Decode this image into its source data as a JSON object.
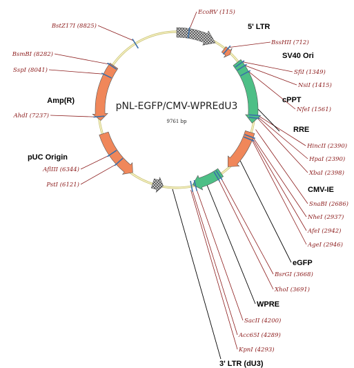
{
  "plasmid": {
    "name": "pNL-EGFP/CMV-WPREdU3",
    "size": "9761 bp"
  },
  "colors": {
    "backbone": "#f2eeb0",
    "backbone_edge": "#c9c27a",
    "site_text": "#8b1a1a",
    "site_tick": "#3a6fa8",
    "leader_line": "#8b1a1a",
    "green_feature": "#4dbf86",
    "orange_feature": "#f0875a",
    "ltr_fill": "#bfbfbf"
  },
  "sites": [
    {
      "enzyme": "EcoRV",
      "position": "115",
      "label": "EcoRV (115)"
    },
    {
      "enzyme": "BssHII",
      "position": "712",
      "label": "BssHII (712)"
    },
    {
      "enzyme": "SfiI",
      "position": "1349",
      "label": "SfiI (1349)"
    },
    {
      "enzyme": "NsiI",
      "position": "1415",
      "label": "NsiI (1415)"
    },
    {
      "enzyme": "NfeI",
      "position": "1561",
      "label": "NfeI (1561)"
    },
    {
      "enzyme": "HincII",
      "position": "2390",
      "label": "HincII (2390)"
    },
    {
      "enzyme": "HpaI",
      "position": "2390",
      "label": "HpaI (2390)"
    },
    {
      "enzyme": "XbaI",
      "position": "2398",
      "label": "XbaI (2398)"
    },
    {
      "enzyme": "SnaBI",
      "position": "2686",
      "label": "SnaBI (2686)"
    },
    {
      "enzyme": "NheI",
      "position": "2937",
      "label": "NheI (2937)"
    },
    {
      "enzyme": "AfeI",
      "position": "2942",
      "label": "AfeI (2942)"
    },
    {
      "enzyme": "AgeI",
      "position": "2946",
      "label": "AgeI (2946)"
    },
    {
      "enzyme": "BsrGI",
      "position": "3668",
      "label": "BsrGI (3668)"
    },
    {
      "enzyme": "XhoI",
      "position": "3691",
      "label": "XhoI (3691)"
    },
    {
      "enzyme": "SacII",
      "position": "4200",
      "label": "SacII (4200)"
    },
    {
      "enzyme": "Acc65I",
      "position": "4289",
      "label": "Acc65I (4289)"
    },
    {
      "enzyme": "KpnI",
      "position": "4293",
      "label": "KpnI (4293)"
    },
    {
      "enzyme": "PstI",
      "position": "6121",
      "label": "PstI (6121)"
    },
    {
      "enzyme": "AflIII",
      "position": "6344",
      "label": "AflIII (6344)"
    },
    {
      "enzyme": "AhdI",
      "position": "7237",
      "label": "AhdI (7237)"
    },
    {
      "enzyme": "SspI",
      "position": "8041",
      "label": "SspI (8041)"
    },
    {
      "enzyme": "BsmBI",
      "position": "8282",
      "label": "BsmBI (8282)"
    },
    {
      "enzyme": "BstZ17I",
      "position": "8825",
      "label": "BstZ17I (8825)"
    }
  ],
  "features": [
    {
      "name": "5' LTR",
      "label": "5' LTR"
    },
    {
      "name": "SV40 Ori",
      "label": "SV40 Ori"
    },
    {
      "name": "cPPT",
      "label": "cPPT"
    },
    {
      "name": "RRE",
      "label": "RRE"
    },
    {
      "name": "CMV-IE",
      "label": "CMV-IE"
    },
    {
      "name": "eGFP",
      "label": "eGFP"
    },
    {
      "name": "WPRE",
      "label": "WPRE"
    },
    {
      "name": "3' LTR (dU3)",
      "label": "3' LTR (dU3)"
    },
    {
      "name": "Amp(R)",
      "label": "Amp(R)"
    },
    {
      "name": "pUC Origin",
      "label": "pUC Origin"
    }
  ]
}
